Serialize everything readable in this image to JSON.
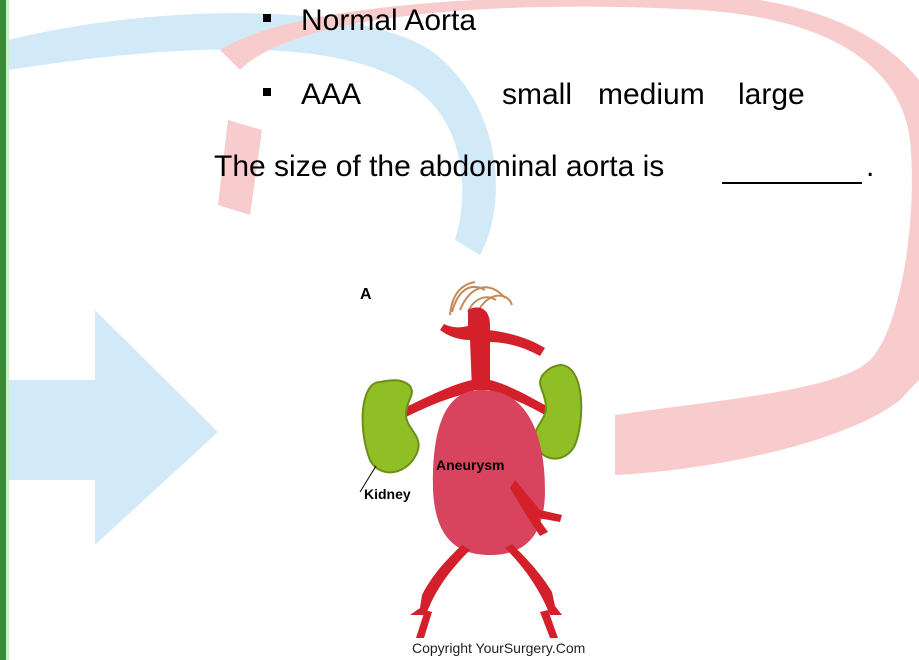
{
  "bullets": {
    "normal": "Normal Aorta",
    "aaa": "AAA",
    "aaa_options": [
      "small",
      "medium",
      "large"
    ]
  },
  "question": {
    "text": "The size of the abdominal aorta is",
    "period": "."
  },
  "figure": {
    "letter": "A",
    "aneurysm_label": "Aneurysm",
    "kidney_label": "Kidney",
    "copyright": "Copyright YourSurgery.Com"
  },
  "colors": {
    "blue_arrow": "#cfe8f7",
    "red_arrow": "#f7c9c9",
    "aorta_red": "#d4202a",
    "aneurysm_pink": "#d8435e",
    "kidney_green": "#8fbf24",
    "left_bar": "#3a8a3a"
  }
}
